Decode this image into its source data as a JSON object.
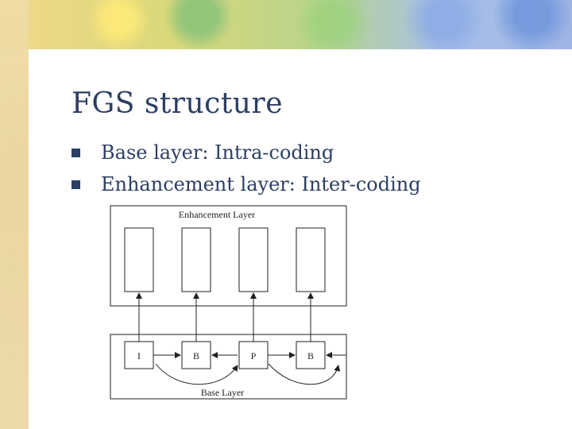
{
  "slide": {
    "title": "FGS structure",
    "bullets": [
      "Base layer: Intra-coding",
      "Enhancement layer: Inter-coding"
    ]
  },
  "diagram": {
    "enhancement_layer_label": "Enhancement Layer",
    "base_layer_label": "Base Layer",
    "base_frames": [
      "I",
      "B",
      "P",
      "B"
    ]
  }
}
